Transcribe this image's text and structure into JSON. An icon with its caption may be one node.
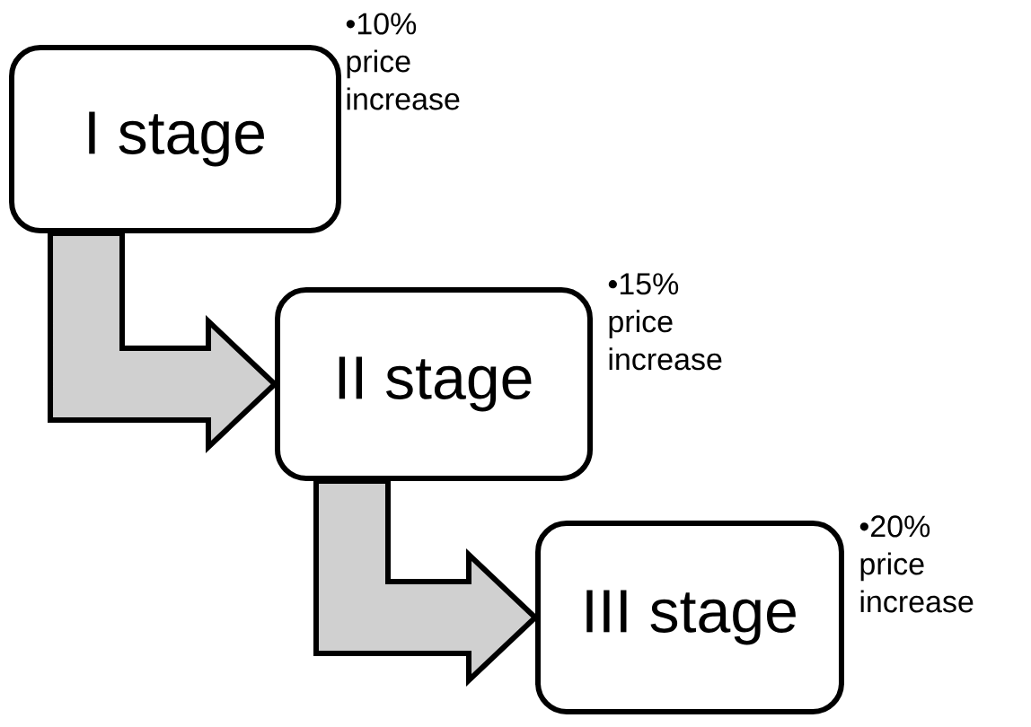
{
  "diagram": {
    "nodes": [
      {
        "text": [
          "I stage"
        ],
        "beside": [
          "•10% price increase"
        ]
      },
      {
        "text": [
          "II stage"
        ],
        "beside": [
          "•15% price increase"
        ]
      },
      {
        "text": [
          "III stage"
        ],
        "beside": [
          "•20% price increase"
        ]
      }
    ],
    "edges": [
      {
        "from": 0,
        "to": 1,
        "arrow": "to"
      },
      {
        "from": 1,
        "to": 2,
        "arrow": "to"
      }
    ]
  }
}
